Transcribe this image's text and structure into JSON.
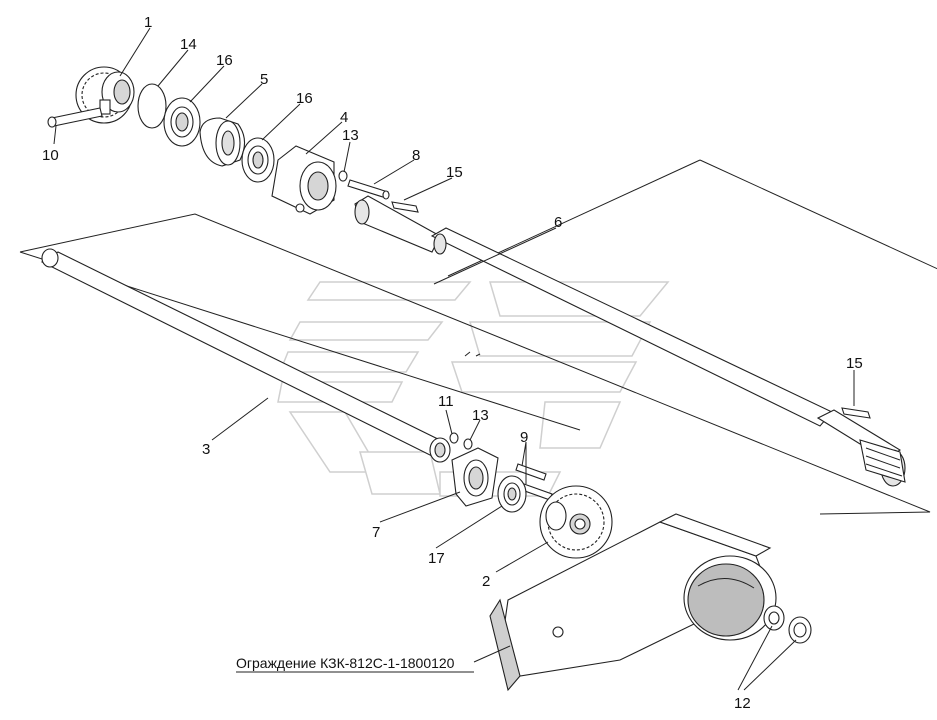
{
  "labels": {
    "l1": "1",
    "l14": "14",
    "l16a": "16",
    "l5": "5",
    "l16b": "16",
    "l4": "4",
    "l13a": "13",
    "l8": "8",
    "l15a": "15",
    "l10": "10",
    "l6": "6",
    "l15b": "15",
    "l3": "3",
    "l11": "11",
    "l13b": "13",
    "l9": "9",
    "l7": "7",
    "l17": "17",
    "l2": "2",
    "l12": "12"
  },
  "caption": "Ограждение КЗК-812С-1-1800120",
  "colors": {
    "line": "#222222",
    "part_fill": "#ffffff",
    "shade": "#c9c9c9",
    "watermark": "#dcdcdc"
  }
}
